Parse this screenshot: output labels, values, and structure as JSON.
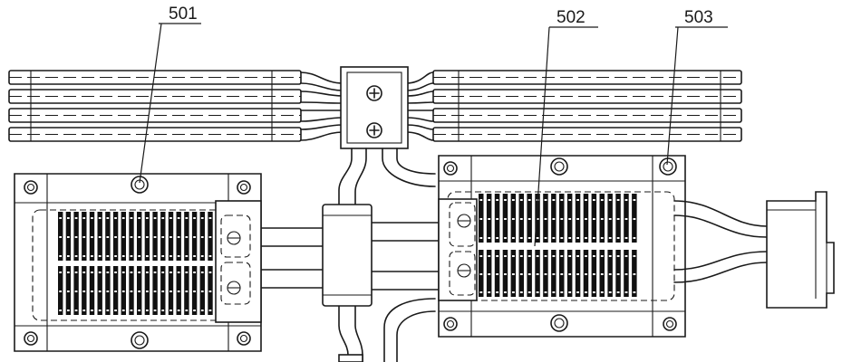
{
  "callouts": [
    {
      "id": "501",
      "text": "501"
    },
    {
      "id": "502",
      "text": "502"
    },
    {
      "id": "503",
      "text": "503"
    }
  ],
  "colors": {
    "line": "#1a1a1a",
    "fin": "#111111",
    "background": "#ffffff"
  }
}
